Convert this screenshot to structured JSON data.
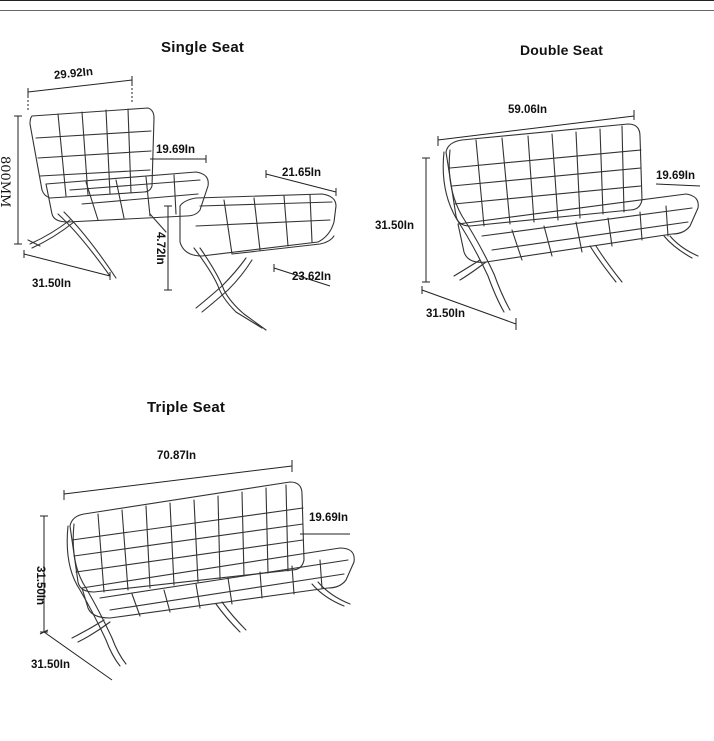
{
  "sections": {
    "single": {
      "title": "Single Seat",
      "width": "29.92In",
      "armrest_height": "19.69In",
      "height_mm": "800MM",
      "depth": "31.50In",
      "ottoman_depth": "21.65In",
      "ottoman_height": "4.72In",
      "ottoman_width": "23.62In"
    },
    "double": {
      "title": "Double Seat",
      "width": "59.06In",
      "armrest_height": "19.69In",
      "height": "31.50In",
      "depth": "31.50In"
    },
    "triple": {
      "title": "Triple Seat",
      "width": "70.87In",
      "armrest_height": "19.69In",
      "height": "31.50In",
      "depth": "31.50In"
    }
  }
}
